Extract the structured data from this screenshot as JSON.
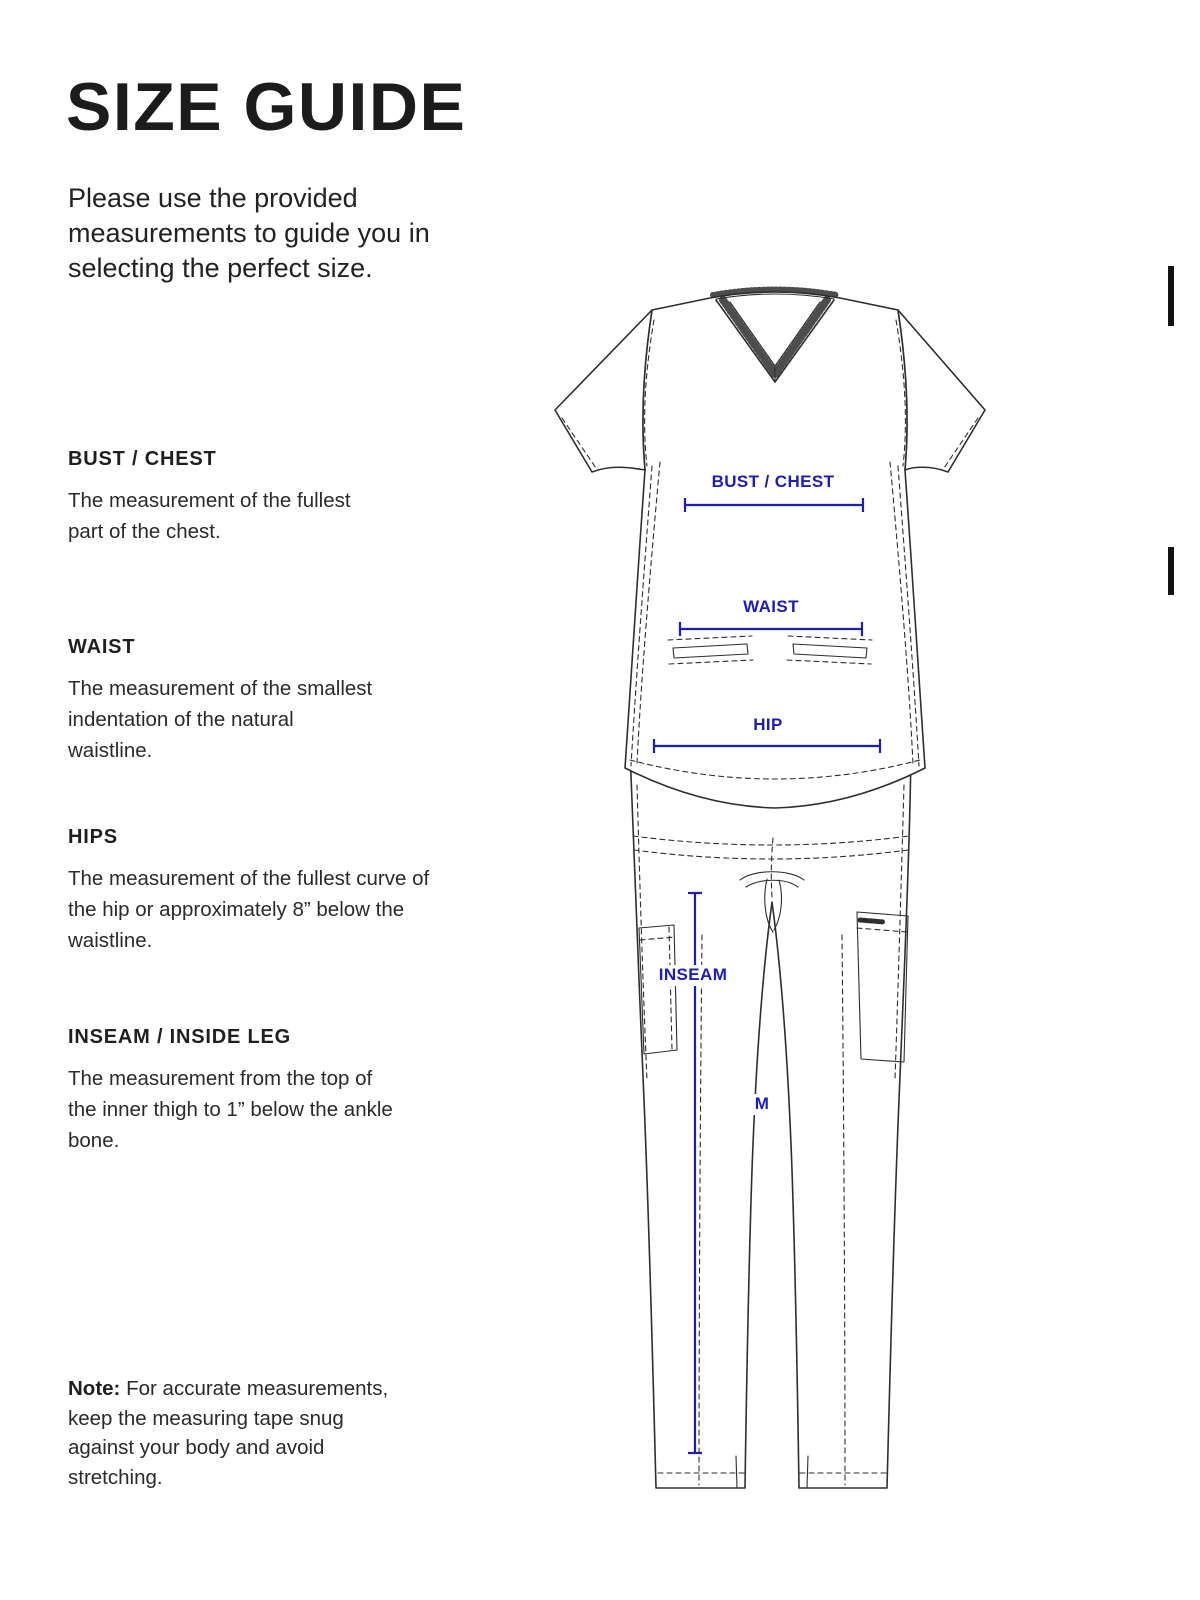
{
  "page": {
    "title": "SIZE GUIDE",
    "intro": "Please use the provided measurements to guide you in selecting the perfect size."
  },
  "sections": [
    {
      "heading": "BUST / CHEST",
      "body": "The measurement of the fullest part of the chest."
    },
    {
      "heading": "WAIST",
      "body": "The measurement of the smallest indentation of the natural waistline."
    },
    {
      "heading": "HIPS",
      "body": "The measurement of the fullest curve of the hip or approximately 8” below the waistline."
    },
    {
      "heading": "INSEAM / INSIDE LEG",
      "body": "The measurement from the top of the inner thigh to 1” below the ankle bone."
    }
  ],
  "note": {
    "label": "Note:",
    "text": "For accurate measurements, keep the measuring tape snug against your body and avoid stretching."
  },
  "diagram": {
    "labels": {
      "bust": "BUST / CHEST",
      "waist": "WAIST",
      "hip": "HIP",
      "inseam": "INSEAM",
      "size": "M"
    },
    "accent_color": "#1C1CB8",
    "line_color": "#2E2E2E"
  }
}
